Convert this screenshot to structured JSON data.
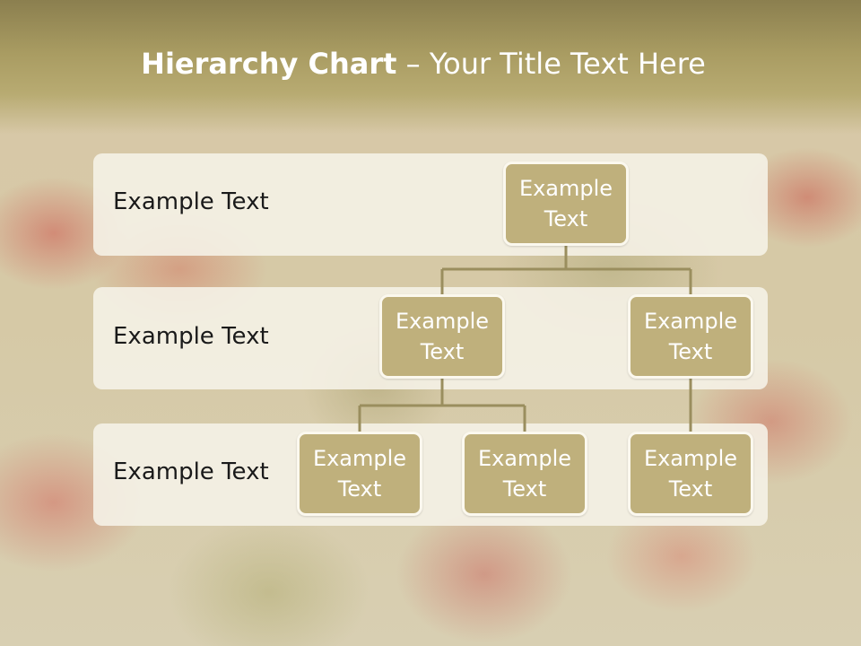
{
  "title": {
    "bold": "Hierarchy Chart",
    "rest": " – Your Title Text Here"
  },
  "levels": [
    {
      "label": "Example Text"
    },
    {
      "label": "Example Text"
    },
    {
      "label": "Example Text"
    }
  ],
  "nodes": {
    "root": "Example Text",
    "level2_left": "Example Text",
    "level2_right": "Example Text",
    "level3_1": "Example Text",
    "level3_2": "Example Text",
    "level3_3": "Example Text"
  },
  "colors": {
    "node_fill": "#bfb07c",
    "node_border": "#fbf8ee",
    "connector": "#9a8e5e",
    "header": "#a99c62"
  }
}
